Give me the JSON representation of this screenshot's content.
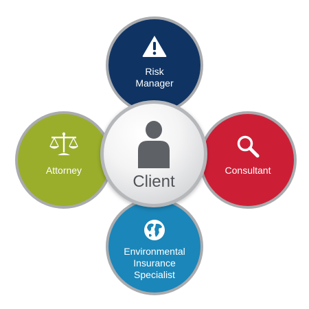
{
  "diagram": {
    "center": {
      "label": "Client",
      "icon": "person-icon",
      "color": "#5e6166"
    },
    "roles": [
      {
        "id": "risk-manager",
        "label": "Risk\nManager",
        "icon": "warning-icon",
        "color": "#0f3464"
      },
      {
        "id": "attorney",
        "label": "Attorney",
        "icon": "scales-icon",
        "color": "#9aae2b"
      },
      {
        "id": "consultant",
        "label": "Consultant",
        "icon": "magnifier-icon",
        "color": "#cc1f36"
      },
      {
        "id": "environmental-insurance-specialist",
        "label": "Environmental\nInsurance\nSpecialist",
        "icon": "globe-icon",
        "color": "#1b86b9"
      }
    ]
  }
}
